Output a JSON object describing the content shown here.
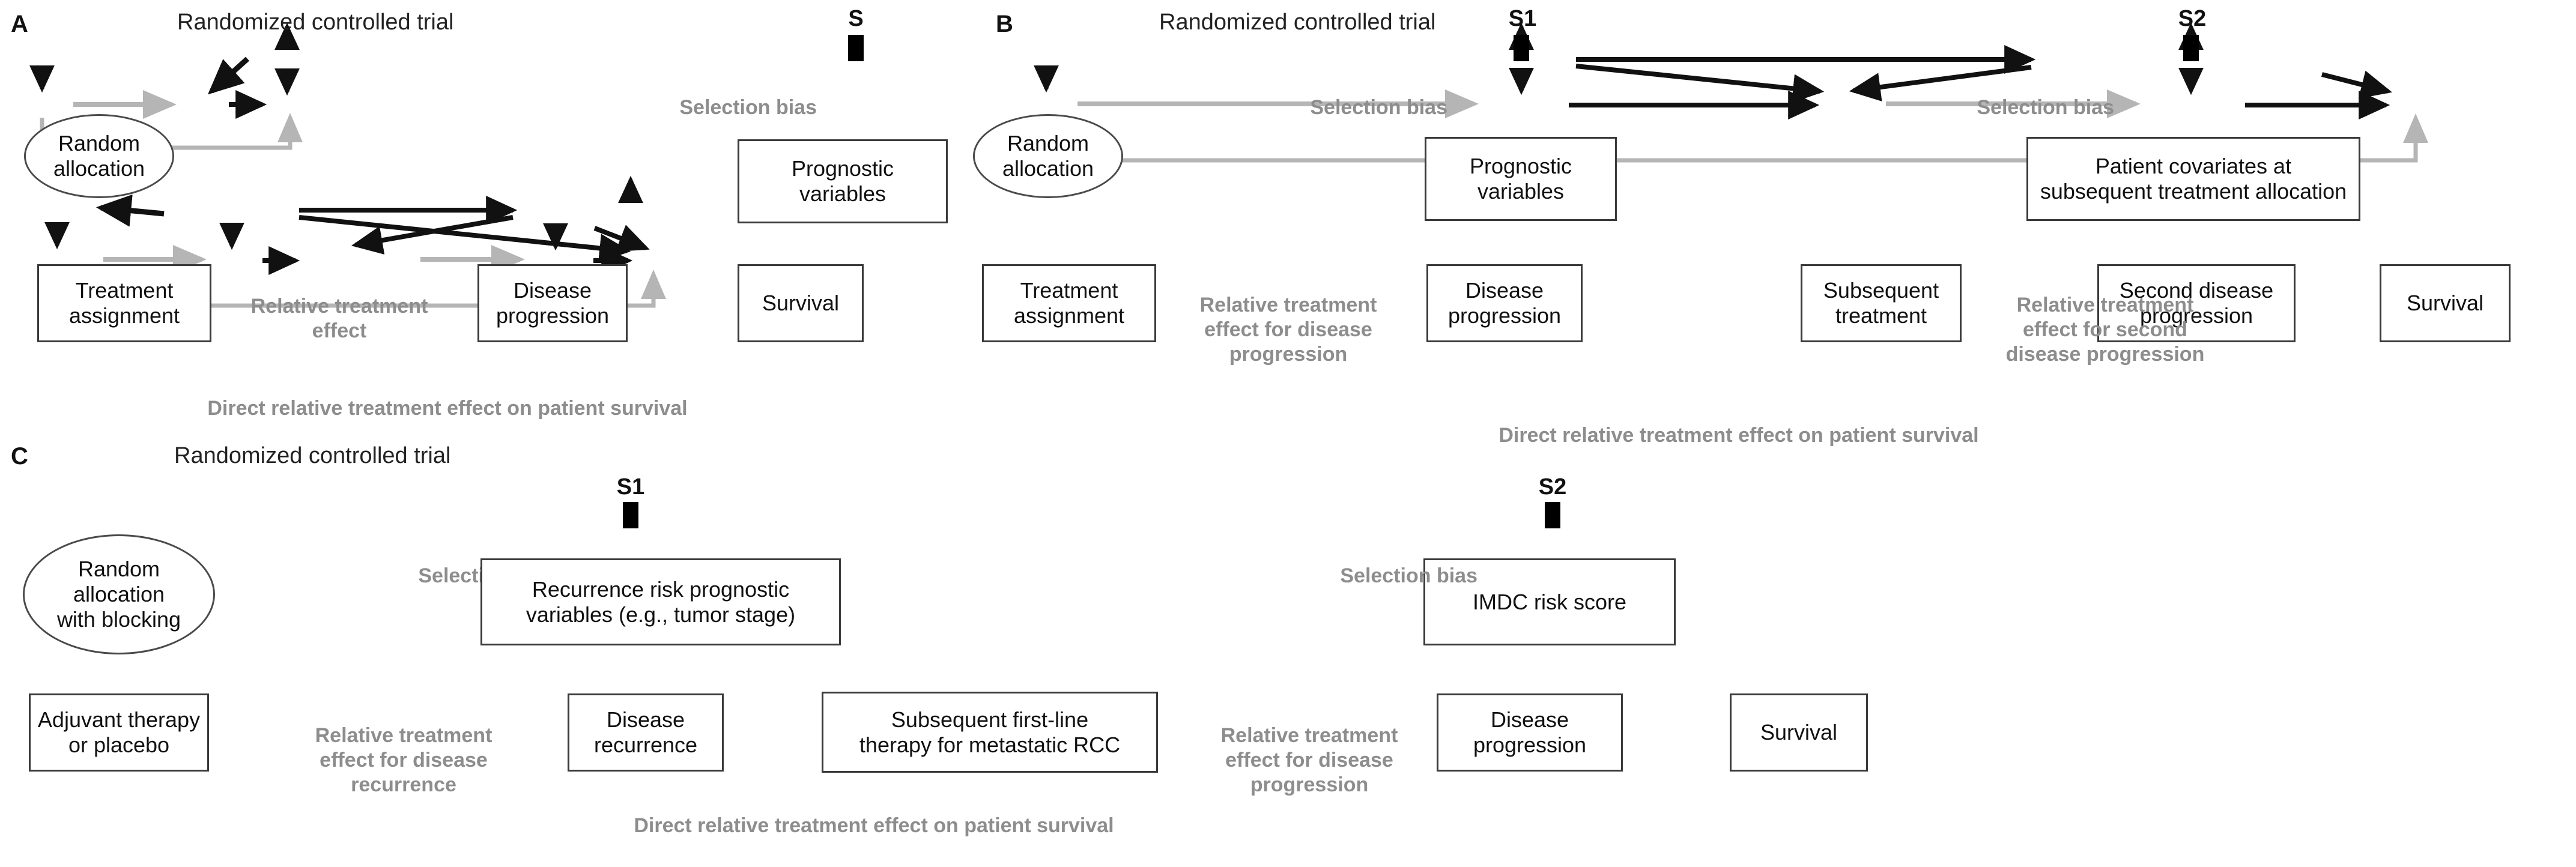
{
  "figure": {
    "type": "causal-diagram",
    "panels": [
      {
        "letter": "A",
        "title": "Randomized controlled trial",
        "nodes": {
          "random_allocation": "Random\nallocation",
          "treatment_assignment": "Treatment\nassignment",
          "prognostic_variables": "Prognostic\nvariables",
          "disease_progression": "Disease\nprogression",
          "survival": "Survival",
          "selection_node": "S"
        },
        "edge_labels": {
          "selection_bias": "Selection bias",
          "relative_treatment_effect": "Relative treatment\neffect",
          "direct_effect": "Direct relative treatment effect on patient survival"
        }
      },
      {
        "letter": "B",
        "title": "Randomized controlled trial",
        "nodes": {
          "random_allocation": "Random\nallocation",
          "treatment_assignment": "Treatment\nassignment",
          "prognostic_variables": "Prognostic\nvariables",
          "disease_progression": "Disease\nprogression",
          "subsequent_treatment": "Subsequent\ntreatment",
          "patient_covariates": "Patient covariates at\nsubsequent treatment allocation",
          "second_disease_progression": "Second disease\nprogression",
          "survival": "Survival",
          "selection_node_1": "S1",
          "selection_node_2": "S2"
        },
        "edge_labels": {
          "selection_bias_1": "Selection bias",
          "selection_bias_2": "Selection bias",
          "relative_treatment_effect_progression": "Relative treatment\neffect for disease\nprogression",
          "relative_treatment_effect_second": "Relative treatment\neffect for second\ndisease progression",
          "direct_effect": "Direct relative treatment effect on patient survival"
        }
      },
      {
        "letter": "C",
        "title": "Randomized controlled trial",
        "nodes": {
          "random_allocation_blocking": "Random\nallocation\nwith blocking",
          "adjuvant_therapy": "Adjuvant therapy\nor placebo",
          "recurrence_risk": "Recurrence risk prognostic\nvariables (e.g., tumor stage)",
          "disease_recurrence": "Disease\nrecurrence",
          "subsequent_first_line": "Subsequent first-line\ntherapy for metastatic RCC",
          "imdc_risk_score": "IMDC risk score",
          "disease_progression": "Disease\nprogression",
          "survival": "Survival",
          "selection_node_1": "S1",
          "selection_node_2": "S2"
        },
        "edge_labels": {
          "selection_bias_1": "Selection bias",
          "selection_bias_2": "Selection bias",
          "relative_treatment_effect_recurrence": "Relative treatment\neffect for disease\nrecurrence",
          "relative_treatment_effect_progression": "Relative treatment\neffect for disease\nprogression",
          "direct_effect": "Direct relative treatment effect on patient survival"
        }
      }
    ],
    "colors": {
      "node_border": "#3a3a3a",
      "arrow_solid": "#111111",
      "arrow_grey": "#b5b5b5",
      "label_grey": "#8d8d8d",
      "text": "#111111",
      "background": "#ffffff"
    }
  }
}
